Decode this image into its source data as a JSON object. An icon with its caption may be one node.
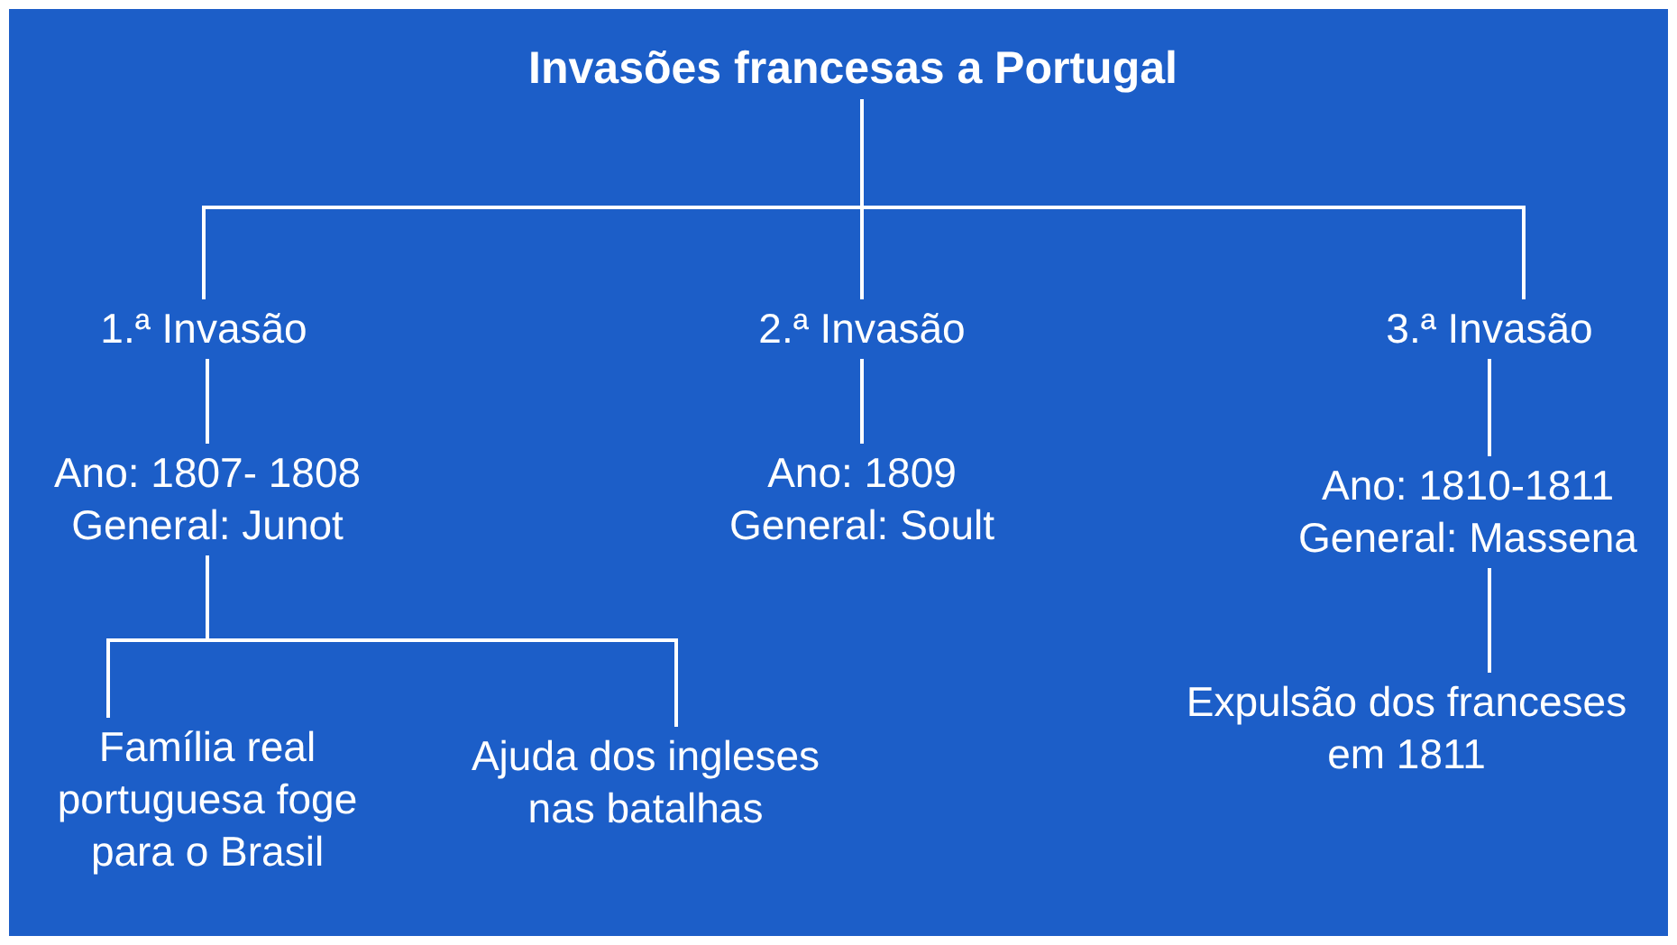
{
  "diagram": {
    "nodes": [
      {
        "text": [
          "Invasões francesas a Portugal"
        ]
      },
      {
        "text": [
          "1.ª Invasão"
        ]
      },
      {
        "text": [
          "2.ª Invasão"
        ]
      },
      {
        "text": [
          "3.ª Invasão"
        ]
      },
      {
        "text": [
          "Ano: 1807- 1808",
          "General: Junot"
        ]
      },
      {
        "text": [
          "Ano: 1809",
          "General: Soult"
        ]
      },
      {
        "text": [
          "Ano: 1810-1811",
          "General: Massena"
        ]
      },
      {
        "text": [
          "Família real portuguesa foge para o Brasil"
        ]
      },
      {
        "text": [
          "Ajuda dos ingleses nas batalhas"
        ]
      },
      {
        "text": [
          "Expulsão dos franceses em 1811"
        ]
      }
    ],
    "edges": [
      {
        "from": 0,
        "to": 1,
        "arrow": "none"
      },
      {
        "from": 0,
        "to": 2,
        "arrow": "none"
      },
      {
        "from": 0,
        "to": 3,
        "arrow": "none"
      },
      {
        "from": 1,
        "to": 4,
        "arrow": "none"
      },
      {
        "from": 2,
        "to": 5,
        "arrow": "none"
      },
      {
        "from": 3,
        "to": 6,
        "arrow": "none"
      },
      {
        "from": 4,
        "to": 7,
        "arrow": "none"
      },
      {
        "from": 4,
        "to": 8,
        "arrow": "none"
      },
      {
        "from": 6,
        "to": 9,
        "arrow": "none"
      }
    ]
  }
}
